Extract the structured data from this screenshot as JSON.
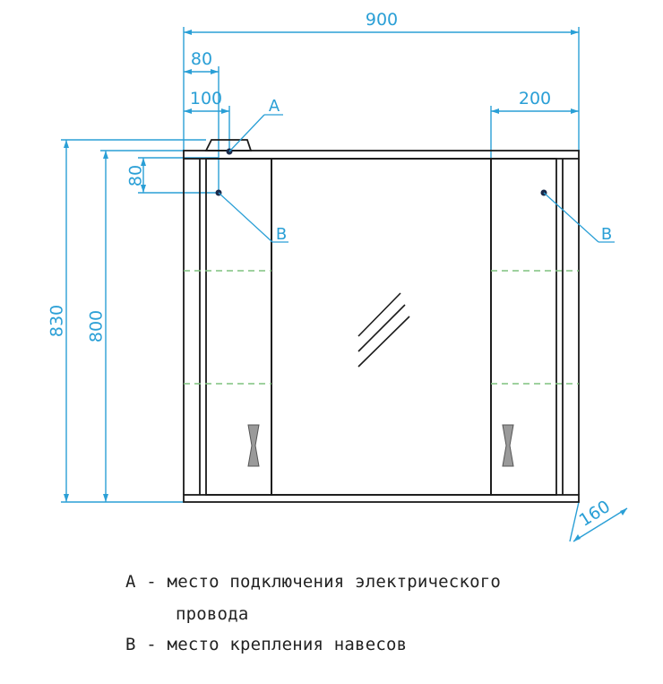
{
  "colors": {
    "dimension": "#2a9fd6",
    "outline": "#1a1a1a",
    "shelf": "#7ec27e",
    "handle": "#9a9a9a"
  },
  "dimensions": {
    "total_width": "900",
    "offset_80": "80",
    "offset_100": "100",
    "offset_200": "200",
    "vertical_80": "80",
    "height_830": "830",
    "height_800": "800",
    "depth_160": "160"
  },
  "callouts": {
    "a": "A",
    "b_left": "B",
    "b_right": "B"
  },
  "legend": {
    "line1": "A - место подключения электрического",
    "line2": "провода",
    "line3": "B - место крепления навесов"
  }
}
